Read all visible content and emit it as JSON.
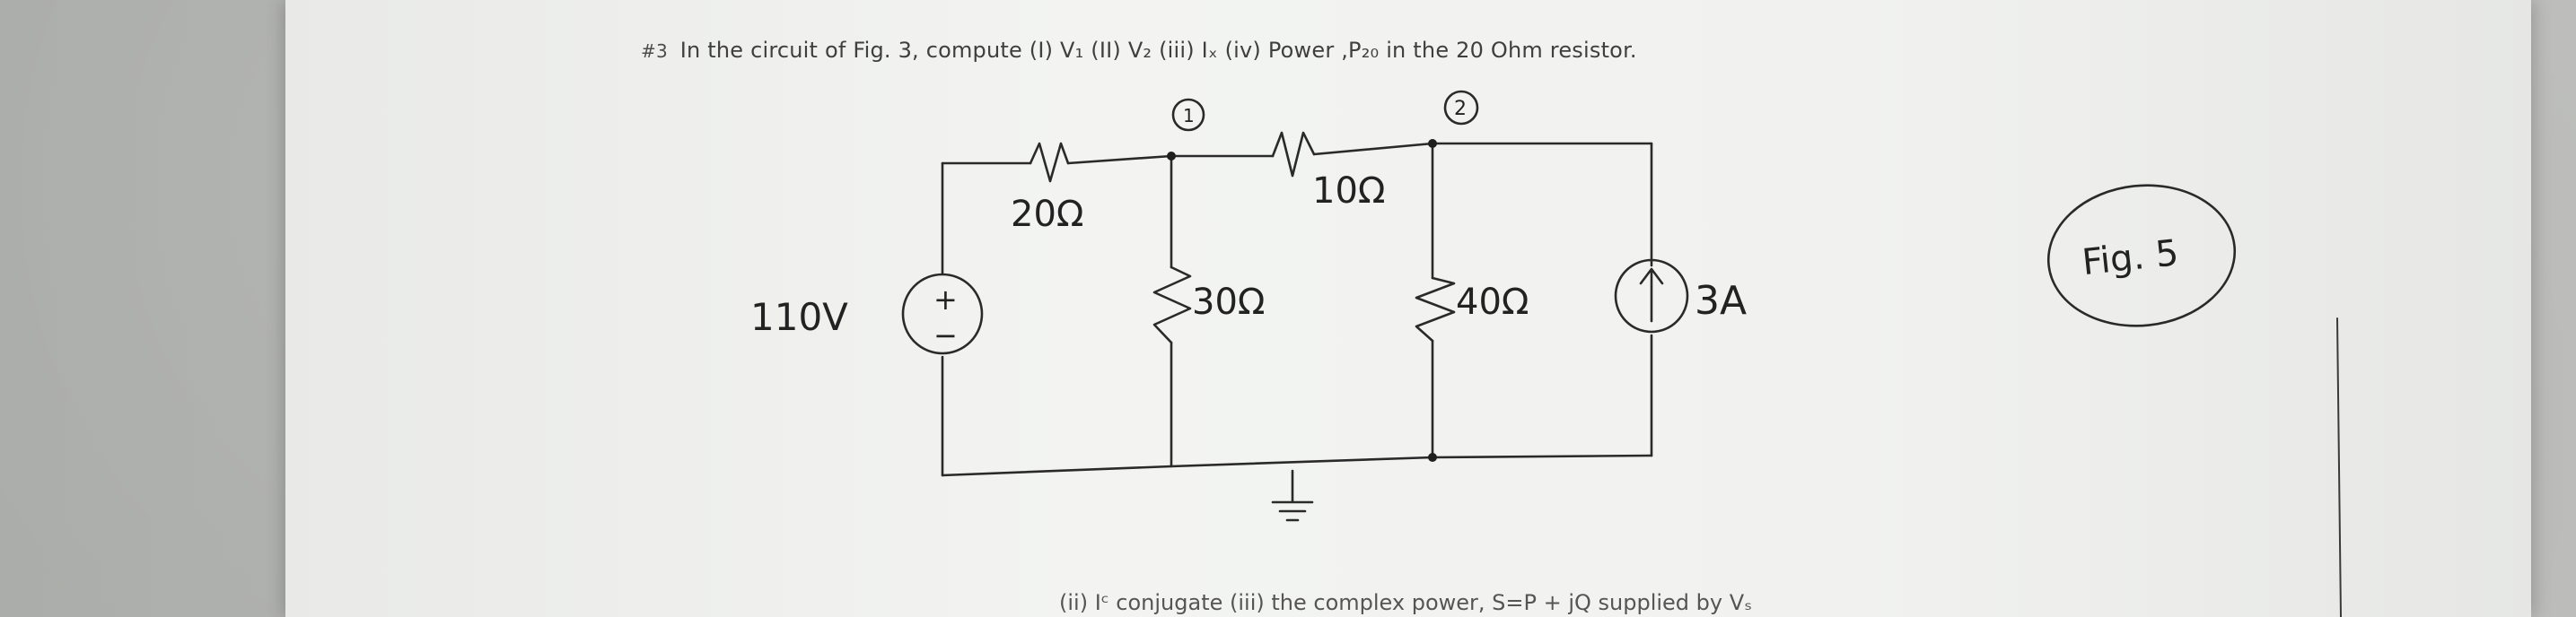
{
  "problem": {
    "number": "#3",
    "text": "In the circuit of Fig. 3, compute (I) V₁ (II) V₂ (iii) Iₓ (iv) Power ,P₂₀ in the 20 Ohm resistor."
  },
  "circuit": {
    "node1_label": "1",
    "node2_label": "2",
    "r20_label": "20Ω",
    "r10_label": "10Ω",
    "r30_label": "30Ω",
    "r40_label": "40Ω",
    "source_voltage_label": "110V",
    "source_plus": "+",
    "source_minus": "−",
    "current_source_label": "3A"
  },
  "figure_label": "Fig. 5",
  "bottom_text": "(ii) Iᶜ conjugate (iii) the complex power, S=P + jQ supplied by Vₛ"
}
